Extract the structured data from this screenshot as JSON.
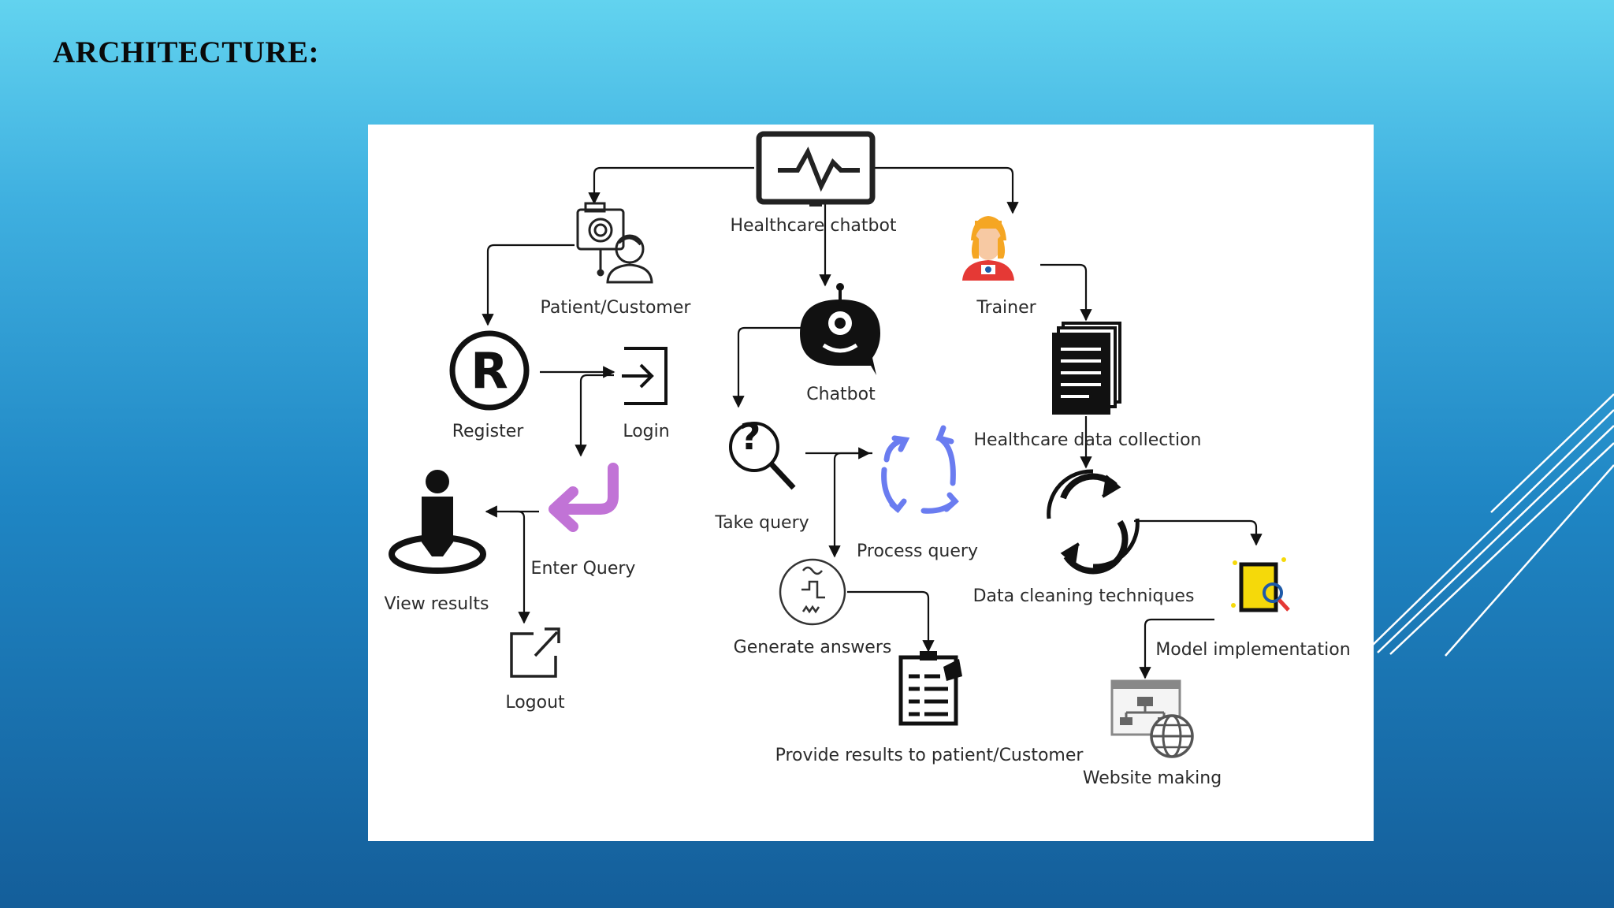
{
  "slide": {
    "title": "ARCHITECTURE:"
  },
  "diagram": {
    "nodes": {
      "healthcare_chatbot": {
        "label": "Healthcare chatbot",
        "icon": "heart-monitor-icon"
      },
      "patient_customer": {
        "label": "Patient/Customer",
        "icon": "patient-camera-icon"
      },
      "trainer": {
        "label": "Trainer",
        "icon": "trainer-person-icon"
      },
      "register": {
        "label": "Register",
        "icon": "registered-icon"
      },
      "login": {
        "label": "Login",
        "icon": "login-icon"
      },
      "chatbot": {
        "label": "Chatbot",
        "icon": "chat-bubble-icon"
      },
      "healthcare_data_collection": {
        "label": "Healthcare data collection",
        "icon": "documents-icon"
      },
      "take_query": {
        "label": "Take query",
        "icon": "question-search-icon"
      },
      "process_query": {
        "label": "Process query",
        "icon": "process-arrows-icon"
      },
      "view_results": {
        "label": "View results",
        "icon": "person-location-icon"
      },
      "enter_query": {
        "label": "Enter Query",
        "icon": "return-arrow-icon"
      },
      "data_cleaning": {
        "label": "Data cleaning techniques",
        "icon": "refresh-cycle-icon"
      },
      "generate_answers": {
        "label": "Generate answers",
        "icon": "signal-circle-icon"
      },
      "model_implementation": {
        "label": "Model implementation",
        "icon": "tablet-search-icon"
      },
      "logout": {
        "label": "Logout",
        "icon": "logout-icon"
      },
      "provide_results": {
        "label": "Provide results to patient/Customer",
        "icon": "clipboard-icon"
      },
      "website_making": {
        "label": "Website making",
        "icon": "website-globe-icon"
      }
    },
    "colors": {
      "panel": "#ffffff",
      "stroke": "#111111",
      "enter_query_arrow": "#c173d6",
      "process_arrows": "#6a7cf0",
      "trainer_hair": "#f5a623",
      "trainer_shirt": "#e53935",
      "model_tablet": "#f5d90a"
    }
  }
}
